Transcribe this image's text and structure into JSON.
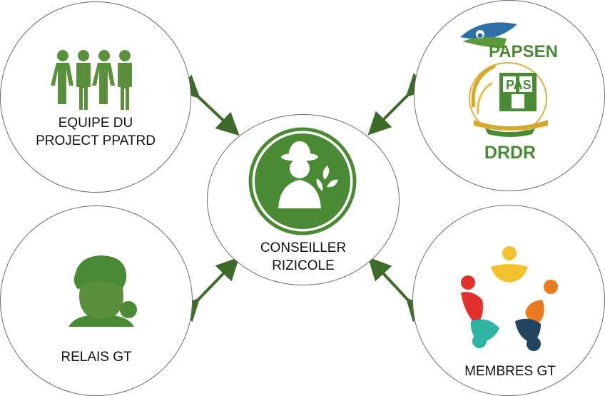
{
  "nodes": {
    "top_left": {
      "label": "EQUIPE DU\nPROJECT PPATRD"
    },
    "center": {
      "label": "CONSEILLER\nRIZICOLE"
    },
    "top_right": {
      "label": "DRDR",
      "logo_papsen": "PAPSEN",
      "logo_pas": "PAS"
    },
    "bottom_left": {
      "label": "RELAIS GT"
    },
    "bottom_right": {
      "label": "MEMBRES GT"
    }
  },
  "colors": {
    "accent_green": "#5a8f3c",
    "arrow_green": "#3f6b2a",
    "border_gray": "#6b6b6b"
  },
  "icons": [
    "people-group-icon",
    "farmer-advisor-icon",
    "woman-headwrap-icon",
    "team-circle-icon",
    "papsen-logo",
    "pas-logo"
  ]
}
